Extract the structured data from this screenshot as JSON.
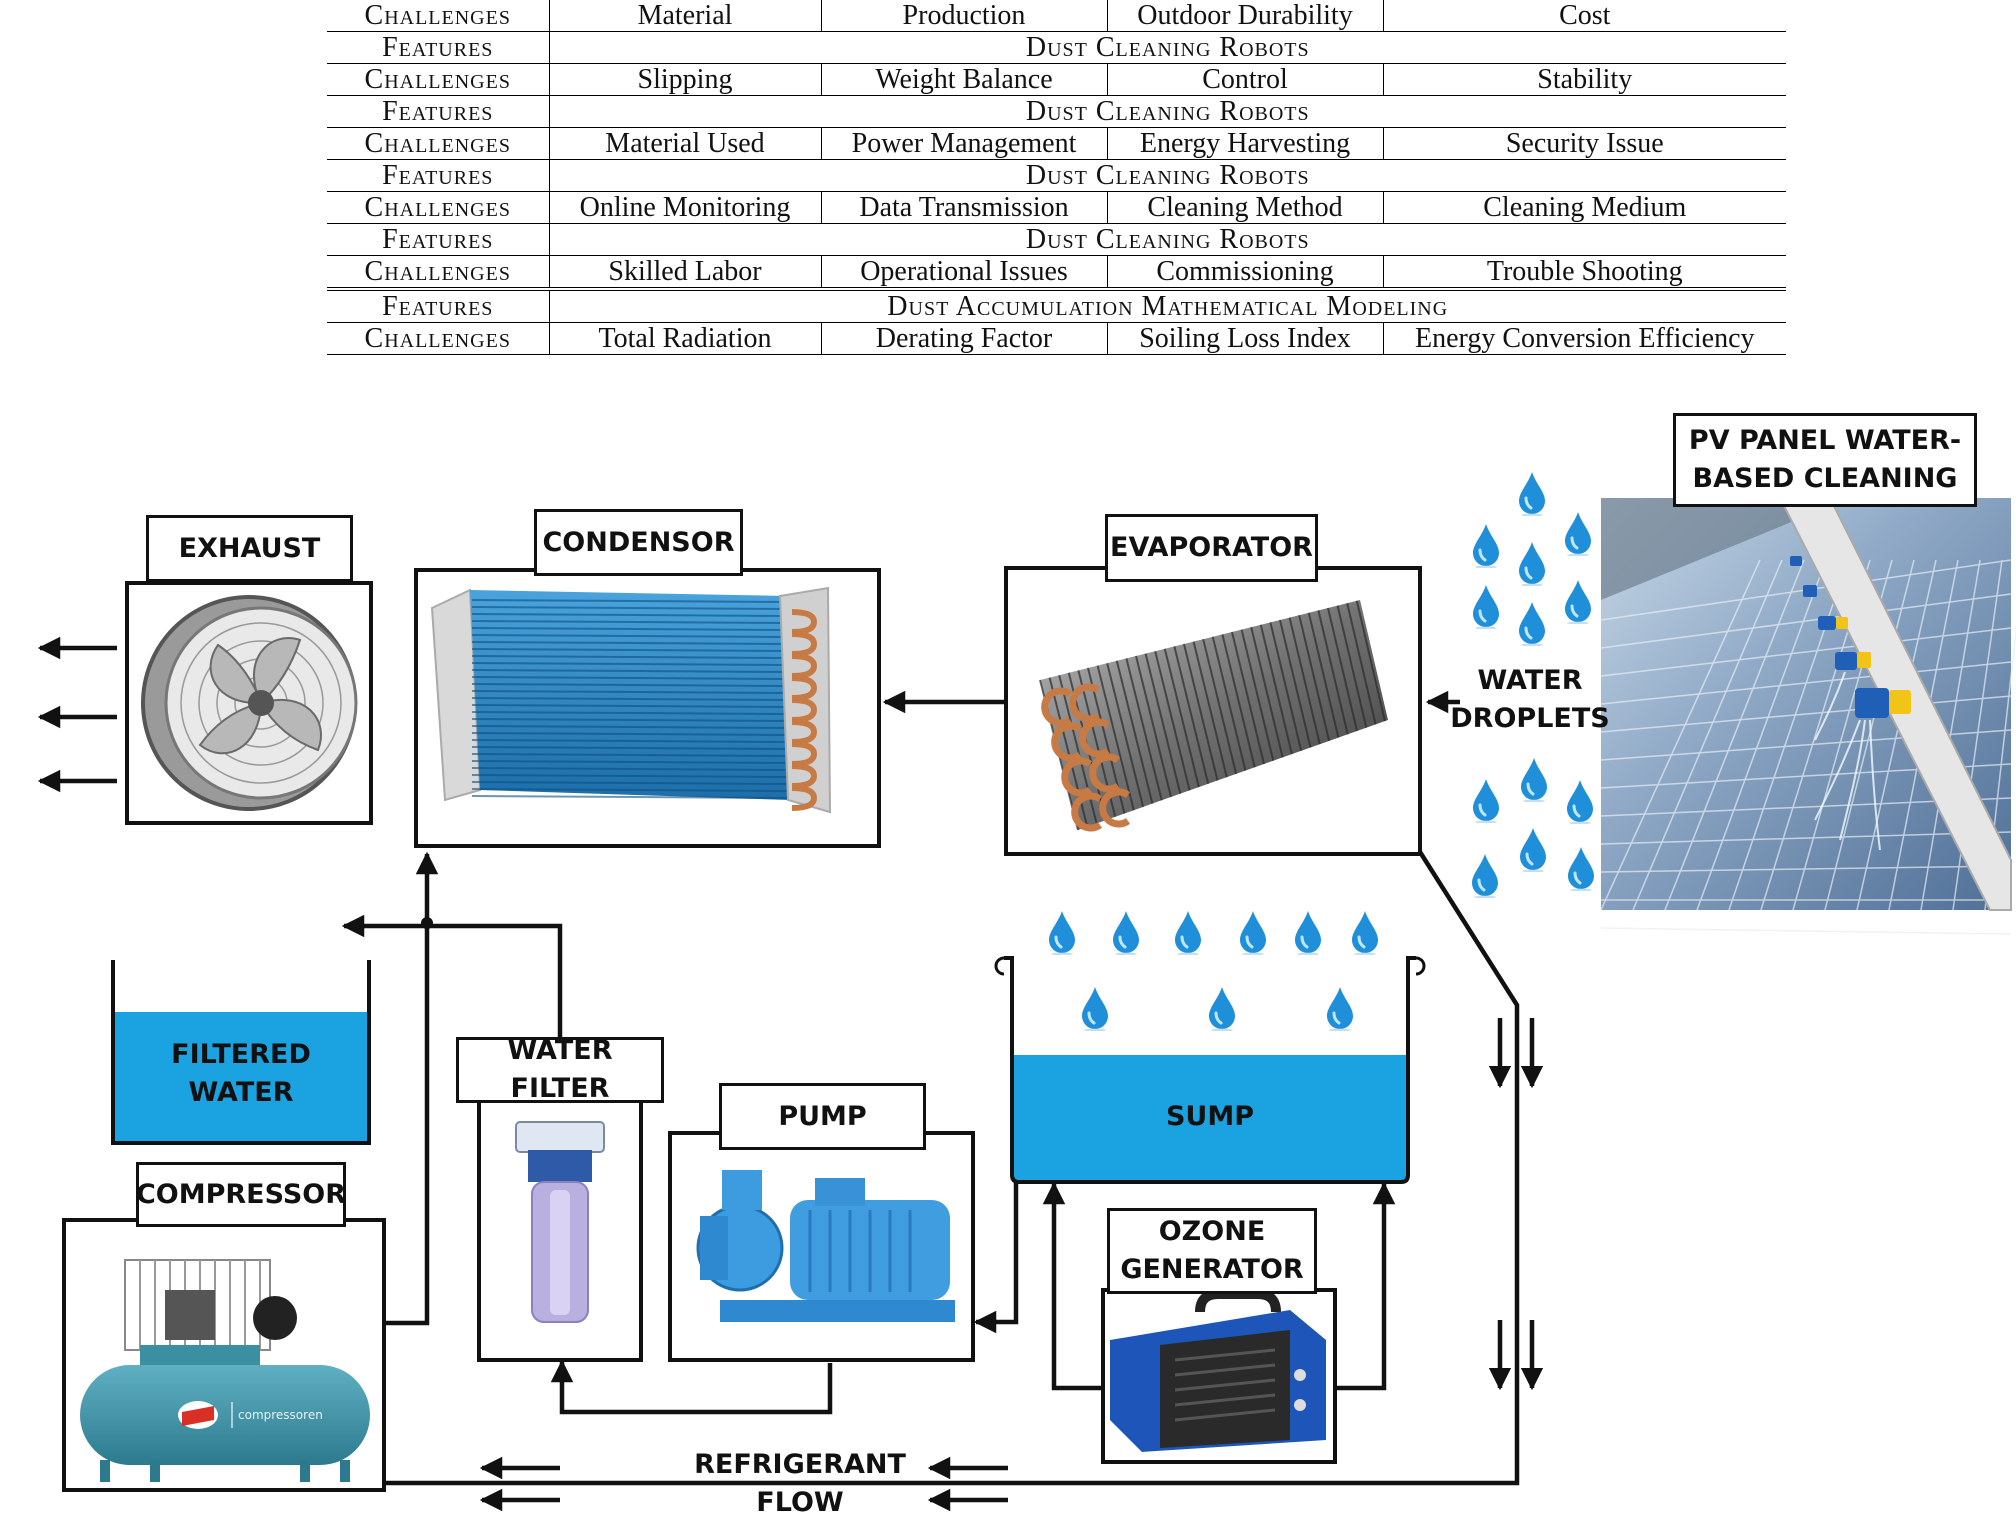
{
  "table": {
    "rows": [
      {
        "type": "challenges",
        "header": "Challenges",
        "cells": [
          "Material",
          "Production",
          "Outdoor Durability",
          "Cost"
        ]
      },
      {
        "type": "features",
        "header": "Features",
        "span": "Dust Cleaning Robots"
      },
      {
        "type": "challenges",
        "header": "Challenges",
        "cells": [
          "Slipping",
          "Weight Balance",
          "Control",
          "Stability"
        ]
      },
      {
        "type": "features",
        "header": "Features",
        "span": "Dust Cleaning Robots"
      },
      {
        "type": "challenges",
        "header": "Challenges",
        "cells": [
          "Material Used",
          "Power Management",
          "Energy Harvesting",
          "Security Issue"
        ]
      },
      {
        "type": "features",
        "header": "Features",
        "span": "Dust Cleaning Robots"
      },
      {
        "type": "challenges",
        "header": "Challenges",
        "cells": [
          "Online Monitoring",
          "Data Transmission",
          "Cleaning Method",
          "Cleaning Medium"
        ]
      },
      {
        "type": "features",
        "header": "Features",
        "span": "Dust Cleaning Robots"
      },
      {
        "type": "challenges",
        "header": "Challenges",
        "cells": [
          "Skilled Labor",
          "Operational Issues",
          "Commissioning",
          "Trouble Shooting"
        ]
      },
      {
        "type": "features",
        "header": "Features",
        "span": "Dust Accumulation Mathematical Modeling"
      },
      {
        "type": "challenges",
        "header": "Challenges",
        "cells": [
          "Total Radiation",
          "Derating Factor",
          "Soiling Loss Index",
          "Energy Conversion Efficiency"
        ]
      }
    ]
  },
  "diagram": {
    "exhaust": "EXHAUST",
    "condensor": "CONDENSOR",
    "evaporator": "EVAPORATOR",
    "pv_panel": "PV PANEL WATER-BASED CLEANING",
    "water_droplets": "WATER DROPLETS",
    "filtered_water": "FILTERED WATER",
    "water_filter": "WATER FILTER",
    "pump": "PUMP",
    "sump": "SUMP",
    "ozone_generator": "OZONE GENERATOR",
    "compressor": "COMPRESSOR",
    "refrigerant_flow": "REFRIGERANT FLOW",
    "brand_text": "compressoren",
    "colors": {
      "water": "#1aa3e0",
      "coil_blue": "#2a86c6",
      "copper": "#c87a45",
      "teal": "#3a8fa3"
    }
  }
}
